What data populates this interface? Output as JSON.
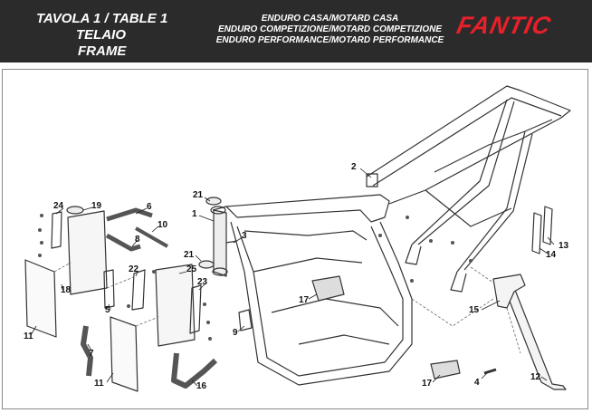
{
  "header": {
    "title_line1": "TAVOLA 1  /  TABLE 1",
    "title_line2": "TELAIO",
    "title_line3": "FRAME",
    "variants": [
      "ENDURO CASA/MOTARD CASA",
      "ENDURO COMPETIZIONE/MOTARD COMPETIZIONE",
      "ENDURO PERFORMANCE/MOTARD PERFORMANCE"
    ],
    "logo_text": "FANTIC",
    "logo_color": "#e8202a",
    "header_bg": "#2b2b2b"
  },
  "callouts": [
    {
      "id": "c1",
      "text": "1"
    },
    {
      "id": "c2",
      "text": "2"
    },
    {
      "id": "c3",
      "text": "3"
    },
    {
      "id": "c4",
      "text": "4"
    },
    {
      "id": "c5",
      "text": "5"
    },
    {
      "id": "c6",
      "text": "6"
    },
    {
      "id": "c7",
      "text": "7"
    },
    {
      "id": "c8",
      "text": "8"
    },
    {
      "id": "c9",
      "text": "9"
    },
    {
      "id": "c10",
      "text": "10"
    },
    {
      "id": "c11a",
      "text": "11"
    },
    {
      "id": "c11b",
      "text": "11"
    },
    {
      "id": "c12",
      "text": "12"
    },
    {
      "id": "c13",
      "text": "13"
    },
    {
      "id": "c14",
      "text": "14"
    },
    {
      "id": "c15",
      "text": "15"
    },
    {
      "id": "c16",
      "text": "16"
    },
    {
      "id": "c17a",
      "text": "17"
    },
    {
      "id": "c17b",
      "text": "17"
    },
    {
      "id": "c18",
      "text": "18"
    },
    {
      "id": "c19",
      "text": "19"
    },
    {
      "id": "c21a",
      "text": "21"
    },
    {
      "id": "c21b",
      "text": "21"
    },
    {
      "id": "c22",
      "text": "22"
    },
    {
      "id": "c23",
      "text": "23"
    },
    {
      "id": "c24",
      "text": "24"
    },
    {
      "id": "c25",
      "text": "25"
    }
  ]
}
